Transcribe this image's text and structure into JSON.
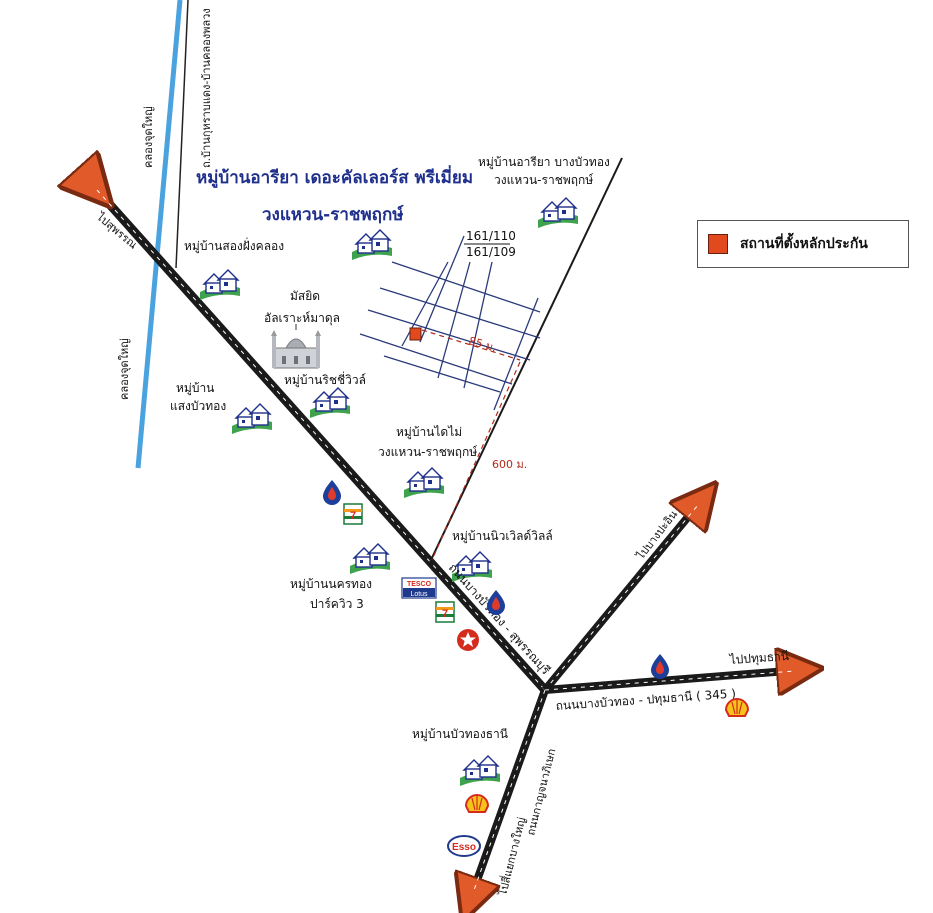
{
  "title": {
    "line1": "หมู่บ้านอารียา เดอะคัลเลอร์ส พรีเมี่ยม",
    "line2": "วงแหวน-ราชพฤกษ์"
  },
  "legend": {
    "label": "สถานที่ตั้งหลักประกัน",
    "swatch_color": "#e04a1e"
  },
  "landmarks": {
    "areeya_bangbuathong": [
      "หมู่บ้านอารียา บางบัวทอง",
      "วงแหวน-ราชพฤกษ์"
    ],
    "song_fang_khlong": "หมู่บ้านสองฝั่งคลอง",
    "mosque": [
      "มัสยิด",
      "อัลเราะห์มาดุล"
    ],
    "mosque_icon": "mosque-icon",
    "rich_ville": "หมู่บ้านริชชี่วิวล์",
    "saeng_buathong": [
      "หมู่บ้าน",
      "แสงบัวทอง"
    ],
    "dainai": [
      "หมู่บ้านไดไม่",
      "วงแหวน-ราชพฤกษ์"
    ],
    "new_world_ville": "หมู่บ้านนิวเวิลด์วิลล์",
    "nakhonthong": [
      "หมู่บ้านนครทอง",
      "ปาร์ควิว 3"
    ],
    "buathong_thani": "หมู่บ้านบัวทองธานี"
  },
  "plots": [
    "161/110",
    "161/109"
  ],
  "distances": {
    "short": "85 ม.",
    "long": "600 ม."
  },
  "roads": {
    "canal_top": "คลองจุดใหญ่",
    "canal_bottom": "คลองจุดใหญ่",
    "local_road": "ถ.บ้านกุหราบแดง-บ้านคลองพลวง",
    "to_suphan_nw": "ไปสุพรรณ",
    "main_road": "ถนนบางบัวทอง - สุพรรณบุรี",
    "to_pathum_nonthaburi": "ไปปทุมธานี",
    "to_bangpa_in": "ไปบางปะอิน",
    "pathum_road": "ถนนบางบัวทอง - ปทุมธานี ( 345 )",
    "south_road": "ถนนกาญจนาภิเษก",
    "to_bang_khen": "ไปสี่แยกบางใหญ่"
  },
  "brands": {
    "seven_eleven": "7",
    "tesco_top": "TESCO",
    "tesco_bottom": "Lotus",
    "esso": "Esso"
  },
  "colors": {
    "road": "#1a1a1a",
    "arrow_tip": "#e05a2a",
    "canal": "#4aa3df",
    "title": "#1f2f8c",
    "collateral": "#e04a1e",
    "distance": "#b02a1a",
    "ptt_blue": "#1d3f9a",
    "shell_yellow": "#f6c21c",
    "shell_red": "#d52b1e"
  }
}
